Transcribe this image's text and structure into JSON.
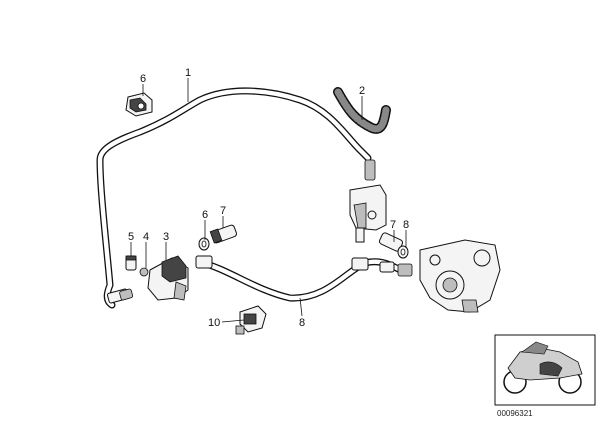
{
  "callouts": {
    "c1": "1",
    "c2": "2",
    "c3": "3",
    "c4": "4",
    "c5": "5",
    "c6a": "6",
    "c6b": "6",
    "c7a": "7",
    "c7b": "7",
    "c8a": "8",
    "c8b": "8",
    "c10": "10"
  },
  "inset": {
    "reference_number": "00096321"
  }
}
